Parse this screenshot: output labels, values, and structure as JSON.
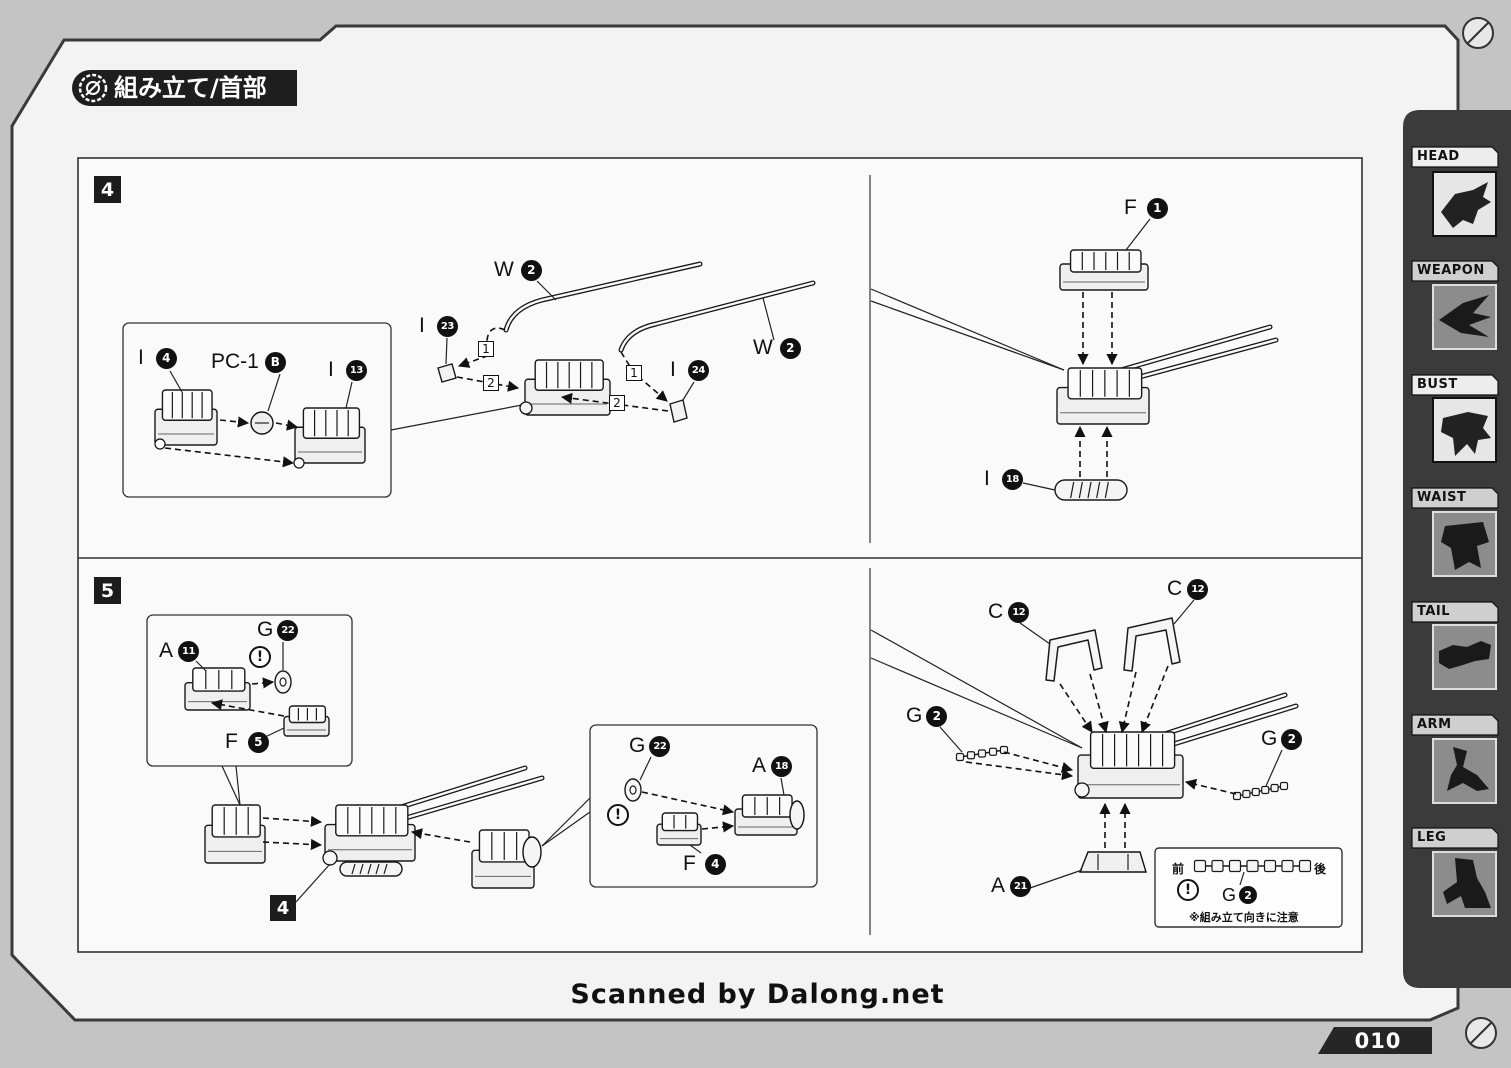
{
  "header": {
    "title": "組み立て/首部",
    "icon": "gear-icon"
  },
  "side_tabs": [
    {
      "label": "HEAD",
      "icon": "head-icon"
    },
    {
      "label": "WEAPON",
      "icon": "weapon-icon"
    },
    {
      "label": "BUST",
      "icon": "bust-icon"
    },
    {
      "label": "WAIST",
      "icon": "waist-icon"
    },
    {
      "label": "TAIL",
      "icon": "tail-icon"
    },
    {
      "label": "ARM",
      "icon": "arm-icon"
    },
    {
      "label": "LEG",
      "icon": "leg-icon"
    }
  ],
  "caution_mark": "!",
  "step4": {
    "number": "4",
    "labels": [
      {
        "letter": "W",
        "num": "2"
      },
      {
        "letter": "I",
        "num": "23"
      },
      {
        "letter": "I",
        "num": "4"
      },
      {
        "letter": "PC-1",
        "num": "B"
      },
      {
        "letter": "I",
        "num": "13"
      },
      {
        "letter": "W",
        "num": "2"
      },
      {
        "letter": "I",
        "num": "24"
      },
      {
        "letter": "F",
        "num": "1"
      },
      {
        "letter": "I",
        "num": "18"
      }
    ],
    "sequence": [
      "1",
      "2",
      "1",
      "2"
    ]
  },
  "step5": {
    "number": "5",
    "labels": [
      {
        "letter": "A",
        "num": "11"
      },
      {
        "letter": "G",
        "num": "22"
      },
      {
        "letter": "F",
        "num": "5"
      },
      {
        "letter": "G",
        "num": "22"
      },
      {
        "letter": "A",
        "num": "18"
      },
      {
        "letter": "F",
        "num": "4"
      },
      {
        "letter": "C",
        "num": "12"
      },
      {
        "letter": "C",
        "num": "12"
      },
      {
        "letter": "G",
        "num": "2"
      },
      {
        "letter": "G",
        "num": "2"
      },
      {
        "letter": "A",
        "num": "21"
      }
    ],
    "subassembly_ref": "4",
    "note": {
      "front": "前",
      "back": "後",
      "part": {
        "letter": "G",
        "num": "2"
      },
      "text": "※組み立て向きに注意"
    }
  },
  "footer": {
    "credit": "Scanned by Dalong.net",
    "page_number": "010"
  }
}
